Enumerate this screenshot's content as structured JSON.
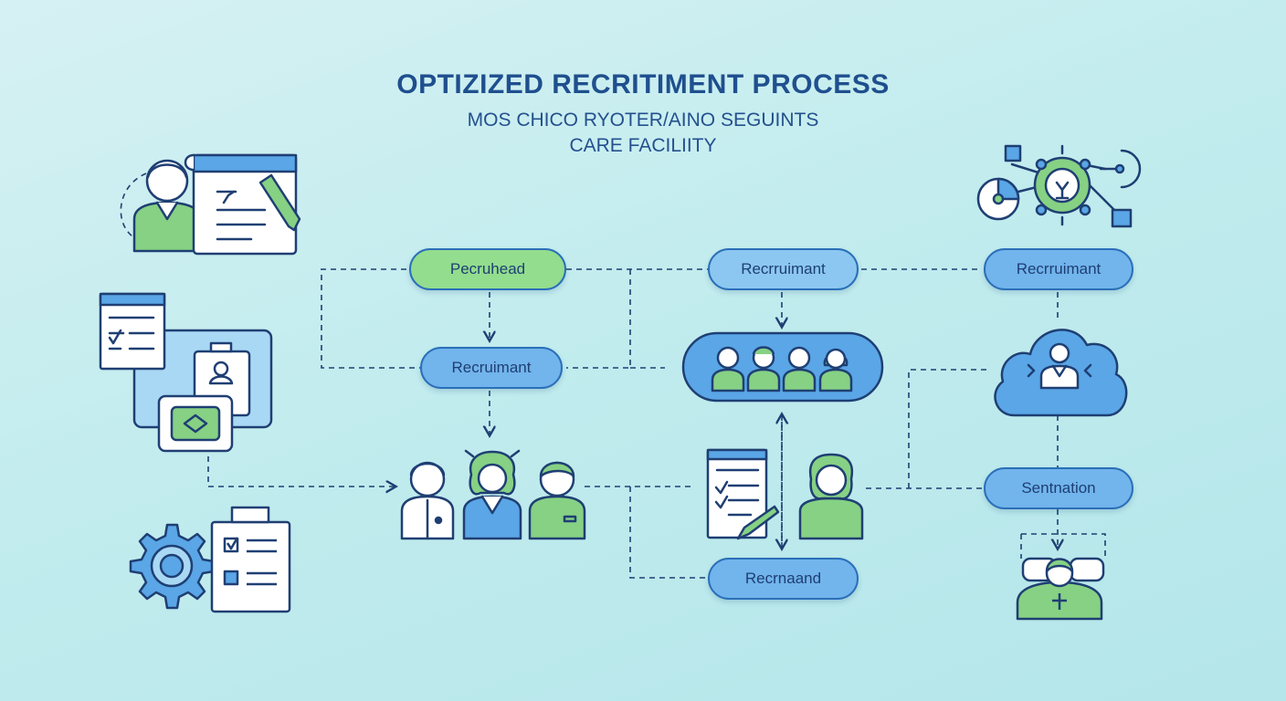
{
  "title": {
    "main": "OPTIZIZED RECRITIMENT PROCESS",
    "sub1": "MOS CHICO RYOTER/AINO SEGUINTS",
    "sub2": "CARE FACILIITY"
  },
  "nodes": {
    "n1": "Pecruhead",
    "n2": "Recruimant",
    "n3": "Recrruimant",
    "n4": "Recrruimant",
    "n5": "Sentnation",
    "n6": "Recrnaand"
  },
  "colors": {
    "background": "#c2ecee",
    "stroke": "#1f3f73",
    "green": "#86d184",
    "blue": "#5aa6e6",
    "light_blue": "#a9d8f5"
  }
}
